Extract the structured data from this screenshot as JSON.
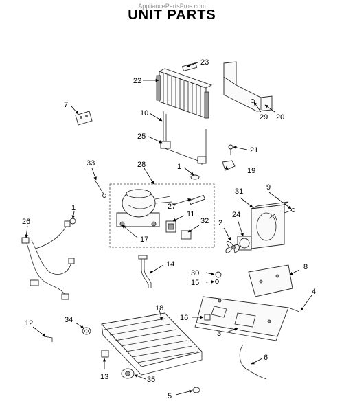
{
  "page": {
    "watermark": "AppliancePartsPros.com",
    "title": "UNIT PARTS"
  },
  "callouts": {
    "c1": "1",
    "c1b": "1",
    "c2": "2",
    "c3": "3",
    "c4": "4",
    "c5": "5",
    "c6": "6",
    "c7": "7",
    "c8": "8",
    "c9": "9",
    "c10": "10",
    "c11": "11",
    "c12": "12",
    "c13": "13",
    "c14": "14",
    "c15": "15",
    "c16": "16",
    "c17": "17",
    "c18": "18",
    "c19": "19",
    "c20": "20",
    "c21": "21",
    "c22": "22",
    "c23": "23",
    "c24": "24",
    "c25": "25",
    "c26": "26",
    "c27": "27",
    "c28": "28",
    "c29": "29",
    "c30": "30",
    "c31": "31",
    "c32": "32",
    "c33": "33",
    "c34": "34",
    "c35": "35"
  }
}
